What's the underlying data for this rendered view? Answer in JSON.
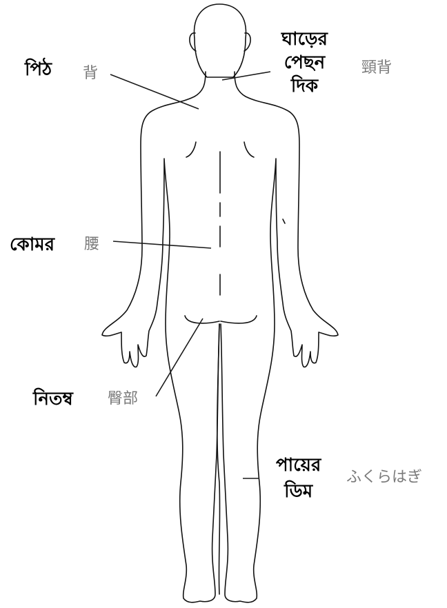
{
  "labels": {
    "back": {
      "bn": "পিঠ",
      "jp": "背"
    },
    "neck_back": {
      "bn_lines": [
        "ঘাড়ের",
        "পেছন",
        "দিক"
      ],
      "jp": "頸背"
    },
    "waist": {
      "bn": "কোমর",
      "jp": "腰"
    },
    "buttocks": {
      "bn": "নিতম্ব",
      "jp": "臀部"
    },
    "calf": {
      "bn_lines": [
        "পায়ের",
        "ডিম"
      ],
      "jp": "ふくらはぎ"
    }
  },
  "colors": {
    "body_outline": "#111111",
    "leader_line": "#1a1a1a",
    "bengali_text": "#000000",
    "japanese_text": "#7a7a7a"
  }
}
